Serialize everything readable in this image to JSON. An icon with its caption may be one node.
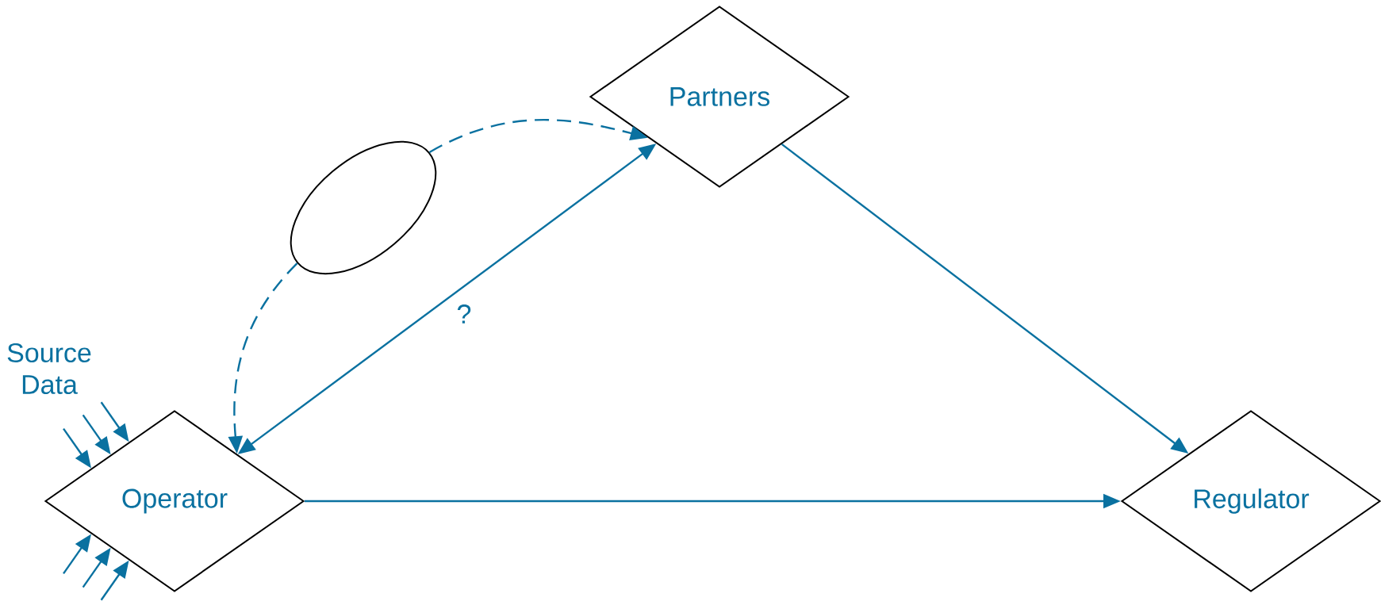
{
  "diagram": {
    "nodes": [
      {
        "text": [
          "Partners"
        ]
      },
      {
        "text": [],
        "shape": "ellipse"
      },
      {
        "text": [
          "Operator"
        ]
      },
      {
        "text": [
          "Regulator"
        ]
      }
    ],
    "edges": [
      {
        "from": 2,
        "to": 0,
        "arrow": "both",
        "label": "?"
      },
      {
        "from": 0,
        "to": 3,
        "arrow": "to"
      },
      {
        "from": 2,
        "to": 3,
        "arrow": "to"
      },
      {
        "from": 1,
        "to": 0,
        "arrow": "to",
        "style": "dashed"
      },
      {
        "from": 1,
        "to": 2,
        "arrow": "to",
        "style": "dashed"
      },
      {
        "from": null,
        "to": 2,
        "arrow": "to"
      },
      {
        "from": null,
        "to": 2,
        "arrow": "to"
      },
      {
        "from": null,
        "to": 2,
        "arrow": "to"
      },
      {
        "from": null,
        "to": 2,
        "arrow": "to"
      },
      {
        "from": null,
        "to": 2,
        "arrow": "to"
      },
      {
        "from": null,
        "to": 2,
        "arrow": "to"
      }
    ],
    "labels": [
      "Source Data"
    ]
  }
}
